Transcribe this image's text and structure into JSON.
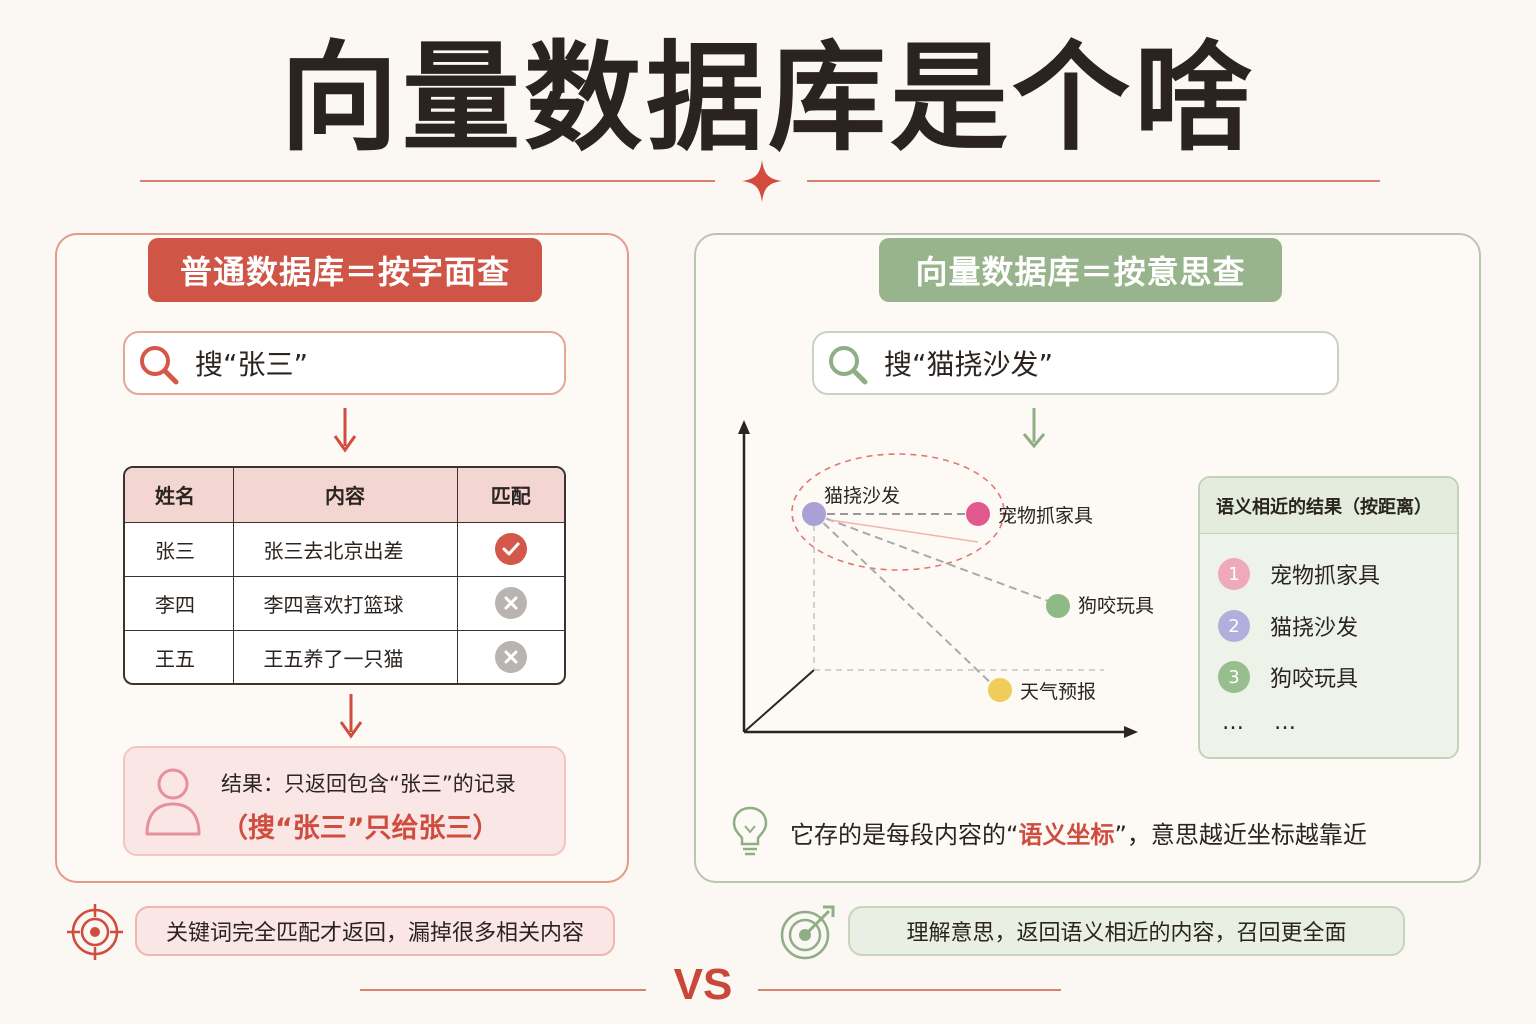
{
  "title": "向量数据库是个啥",
  "left": {
    "header": "普通数据库＝按字面查",
    "search_text": "搜“张三”",
    "table": {
      "columns": [
        "姓名",
        "内容",
        "匹配"
      ],
      "rows": [
        {
          "name": "张三",
          "content": "张三去北京出差",
          "match": true
        },
        {
          "name": "李四",
          "content": "李四喜欢打篮球",
          "match": false
        },
        {
          "name": "王五",
          "content": "王五养了一只猫",
          "match": false
        }
      ]
    },
    "result_line1": "结果：只返回包含“张三”的记录",
    "result_line2": "（搜“张三”只给张三）",
    "note": "关键词完全匹配才返回，漏掉很多相关内容"
  },
  "right": {
    "header": "向量数据库＝按意思查",
    "search_text": "搜“猫挠沙发”",
    "points": [
      {
        "label": "猫挠沙发",
        "color": "#a9a0d6"
      },
      {
        "label": "宠物抓家具",
        "color": "#e0588e"
      },
      {
        "label": "狗咬玩具",
        "color": "#8fba86"
      },
      {
        "label": "天气预报",
        "color": "#f0cc5a"
      }
    ],
    "ranked": {
      "title": "语义相近的结果（按距离）",
      "items": [
        {
          "num": "1",
          "label": "宠物抓家具",
          "color": "#efaab9"
        },
        {
          "num": "2",
          "label": "猫挠沙发",
          "color": "#b3aedb"
        },
        {
          "num": "3",
          "label": "狗咬玩具",
          "color": "#98bd8e"
        }
      ],
      "ellipsis_a": "…",
      "ellipsis_b": "…"
    },
    "insight_prefix": "它存的是每段内容的“",
    "insight_highlight": "语义坐标",
    "insight_suffix": "”，意思越近坐标越靠近",
    "note": "理解意思，返回语义相近的内容，召回更全面"
  },
  "vs": "VS",
  "colors": {
    "accent_red": "#cf5546",
    "accent_green": "#98b48c"
  }
}
